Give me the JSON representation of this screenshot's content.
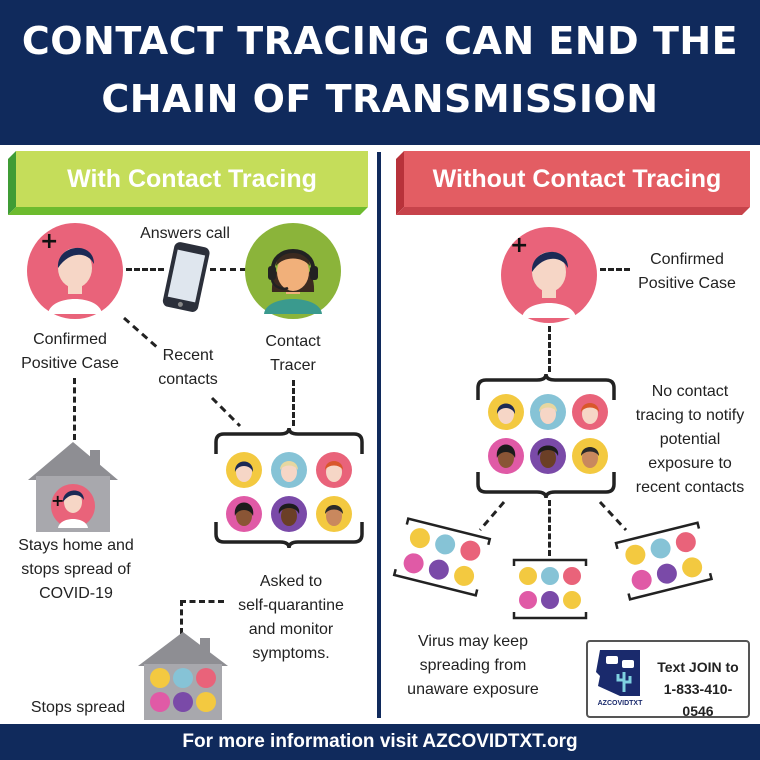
{
  "header": {
    "title_line1": "CONTACT TRACING CAN END THE",
    "title_line2": "CHAIN OF TRANSMISSION"
  },
  "left": {
    "banner": "With Contact Tracing",
    "answers_call": "Answers call",
    "confirmed_line1": "Confirmed",
    "confirmed_line2": "Positive Case",
    "recent_line1": "Recent",
    "recent_line2": "contacts",
    "tracer_line1": "Contact",
    "tracer_line2": "Tracer",
    "stays_line1": "Stays home and",
    "stays_line2": "stops spread of",
    "stays_line3": "COVID-19",
    "asked_line1": "Asked to",
    "asked_line2": "self-quarantine",
    "asked_line3": "and monitor",
    "asked_line4": "symptoms.",
    "stops_spread": "Stops spread"
  },
  "right": {
    "banner": "Without Contact Tracing",
    "confirmed_line1": "Confirmed",
    "confirmed_line2": "Positive Case",
    "no_tracing_line1": "No contact",
    "no_tracing_line2": "tracing to notify",
    "no_tracing_line3": "potential",
    "no_tracing_line4": "exposure to",
    "no_tracing_line5": "recent contacts",
    "virus_line1": "Virus may keep",
    "virus_line2": "spreading from",
    "virus_line3": "unaware exposure"
  },
  "badge": {
    "logo_text": "AZCOVIDTXT",
    "text_prefix": "Text ",
    "join": "JOIN",
    "text_suffix": " to",
    "phone": "1-833-410-0546"
  },
  "footer": {
    "text": "For more information visit AZCOVIDTXT.org"
  },
  "colors": {
    "navy": "#102a5c",
    "green_banner": "#c5dd5a",
    "red_banner": "#e35d63",
    "person_pink": "#e9637a",
    "tracer_green": "#8bb43a"
  },
  "icons": [
    "person-icon",
    "phone-icon",
    "headset-person-icon",
    "house-icon",
    "face-icon"
  ]
}
